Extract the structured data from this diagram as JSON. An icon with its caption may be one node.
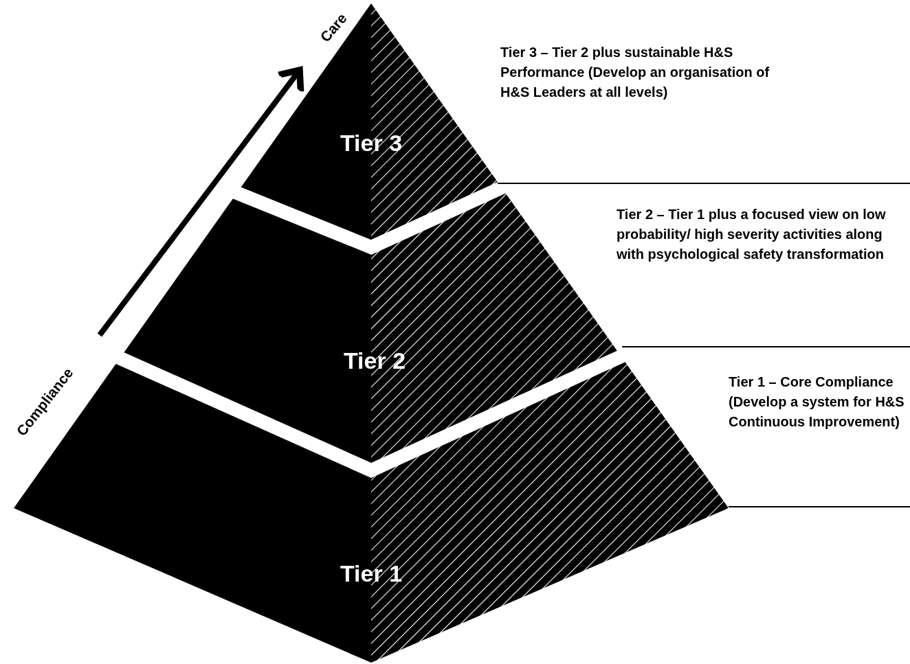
{
  "diagram": {
    "nodes": [
      {
        "text": [
          "Tier 3"
        ]
      },
      {
        "text": [
          "Tier 2"
        ]
      },
      {
        "text": [
          "Tier 1"
        ]
      }
    ],
    "labels": [
      "Care",
      "Tier 3 – Tier 2 plus sustainable H&S Performance (Develop an organisation of H&S Leaders at all levels)",
      "Tier 2 – Tier 1 plus a focused view on low probability/ high severity activities along with psychological safety transformation",
      "Compliance",
      "Tier 1 – Core Compliance (Develop a system for H&S Continuous Improvement)"
    ]
  }
}
